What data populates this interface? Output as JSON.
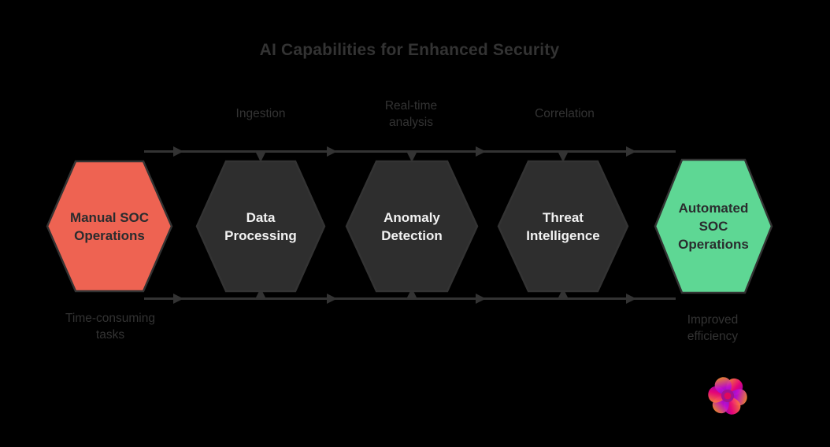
{
  "title": "AI Capabilities for Enhanced Security",
  "nodes": [
    {
      "id": "manual-soc",
      "label": "Manual SOC Operations",
      "color": "#ee6352"
    },
    {
      "id": "data-processing",
      "label": "Data Processing",
      "color": "#2e2e2e"
    },
    {
      "id": "anomaly-detection",
      "label": "Anomaly Detection",
      "color": "#2e2e2e"
    },
    {
      "id": "threat-intelligence",
      "label": "Threat Intelligence",
      "color": "#2e2e2e"
    },
    {
      "id": "automated-soc",
      "label": "Automated SOC Operations",
      "color": "#5ed794"
    }
  ],
  "edge_labels": {
    "top": [
      {
        "text": "Ingestion"
      },
      {
        "text": "Real-time analysis"
      },
      {
        "text": "Correlation"
      }
    ],
    "bottom_left": "Time-consuming tasks",
    "bottom_right": "Improved efficiency"
  },
  "icons": {
    "watermark": "mermaid-chart-logo"
  },
  "colors": {
    "background": "#000000",
    "edge": "#333333",
    "node_border": "#333333",
    "manual_node": "#ee6352",
    "dark_node": "#2e2e2e",
    "automated_node": "#5ed794",
    "node_text_light": "#f2f2f2",
    "node_text_dark": "#2a2c2e",
    "label_text": "#333333",
    "logo_orange": "#ff9d2b",
    "logo_magenta": "#f0047f",
    "logo_purple": "#8800cc"
  }
}
